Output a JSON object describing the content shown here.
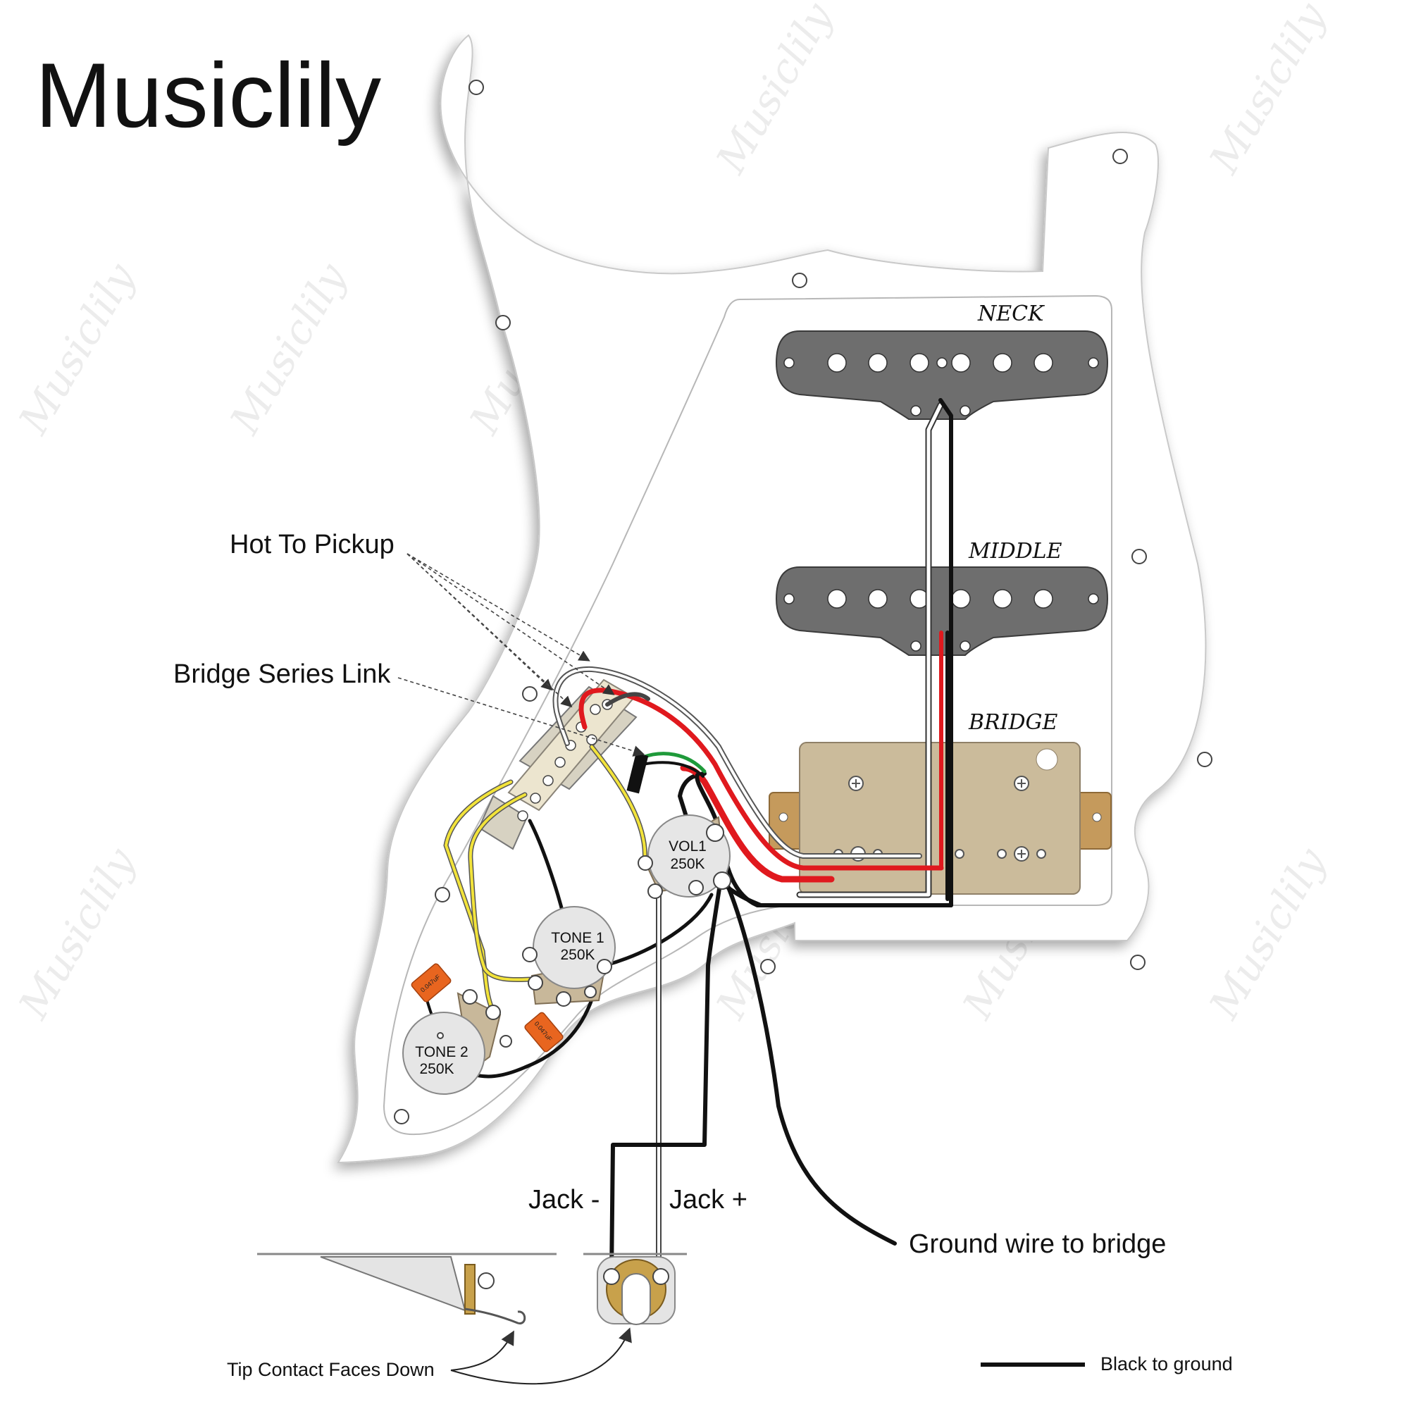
{
  "brand": {
    "title": "Musiclily",
    "watermark": "Musiclily"
  },
  "pickups": {
    "neck": {
      "label": "NECK"
    },
    "middle": {
      "label": "MIDDLE"
    },
    "bridge": {
      "label": "BRIDGE"
    }
  },
  "controls": {
    "vol1": {
      "line1": "VOL1",
      "line2": "250K"
    },
    "tone1": {
      "line1": "TONE 1",
      "line2": "250K"
    },
    "tone2": {
      "line1": "TONE 2",
      "line2": "250K"
    },
    "capacitor": {
      "label": "0.047uF"
    }
  },
  "callouts": {
    "hot_to_pickup": "Hot To Pickup",
    "bridge_series_link": "Bridge Series Link",
    "jack_minus": "Jack -",
    "jack_plus": "Jack +",
    "ground_wire": "Ground wire to bridge",
    "tip_contact": "Tip Contact Faces Down"
  },
  "legend": {
    "black_to_ground": "Black to ground"
  },
  "colors": {
    "wire_red": "#e0191e",
    "wire_black": "#111111",
    "wire_white": "#ffffff",
    "wire_yellow": "#f2e33a",
    "wire_green": "#1f9a3a",
    "pickup_single": "#6e6e6e",
    "humbucker_cover": "#cbbb9b",
    "pot_body": "#e6e6e6",
    "capacitor": "#e8651f"
  }
}
